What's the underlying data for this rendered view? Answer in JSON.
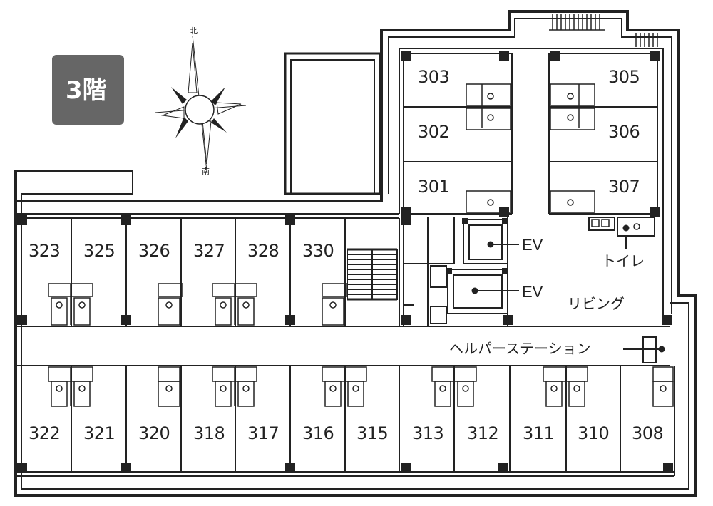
{
  "floor_badge": {
    "label": "3階",
    "color": "#666666"
  },
  "compass": {
    "north_label": "北",
    "south_label": "南",
    "icon": "compass-rose-icon"
  },
  "rooms": [
    {
      "number": "303"
    },
    {
      "number": "302"
    },
    {
      "number": "301"
    },
    {
      "number": "305"
    },
    {
      "number": "306"
    },
    {
      "number": "307"
    },
    {
      "number": "323"
    },
    {
      "number": "325"
    },
    {
      "number": "326"
    },
    {
      "number": "327"
    },
    {
      "number": "328"
    },
    {
      "number": "330"
    },
    {
      "number": "322"
    },
    {
      "number": "321"
    },
    {
      "number": "320"
    },
    {
      "number": "318"
    },
    {
      "number": "317"
    },
    {
      "number": "316"
    },
    {
      "number": "315"
    },
    {
      "number": "313"
    },
    {
      "number": "312"
    },
    {
      "number": "311"
    },
    {
      "number": "310"
    },
    {
      "number": "308"
    }
  ],
  "labels": {
    "ev1": "EV",
    "ev2": "EV",
    "toilet": "トイレ",
    "living": "リビング",
    "help_station": "ヘルパーステーション"
  },
  "colors": {
    "wall": "#222222",
    "badge": "#666666"
  }
}
